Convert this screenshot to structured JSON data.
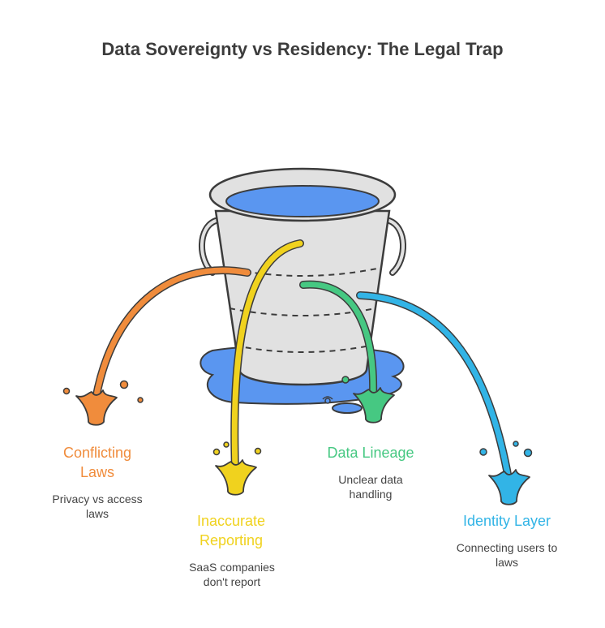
{
  "title": "Data Sovereignty vs Residency: The Legal Trap",
  "items": [
    {
      "label": "Conflicting Laws",
      "description": "Privacy vs access laws",
      "color": "#f08c3c"
    },
    {
      "label": "Inaccurate Reporting",
      "description": "SaaS companies don't report",
      "color": "#f0d21e"
    },
    {
      "label": "Data Lineage",
      "description": "Unclear data handling",
      "color": "#46c882"
    },
    {
      "label": "Identity Layer",
      "description": "Connecting users to laws",
      "color": "#32b4e6"
    }
  ],
  "bucket": {
    "body_color": "#e1e1e1",
    "water_color": "#5a96f0",
    "outline_color": "#3c3c3c"
  }
}
